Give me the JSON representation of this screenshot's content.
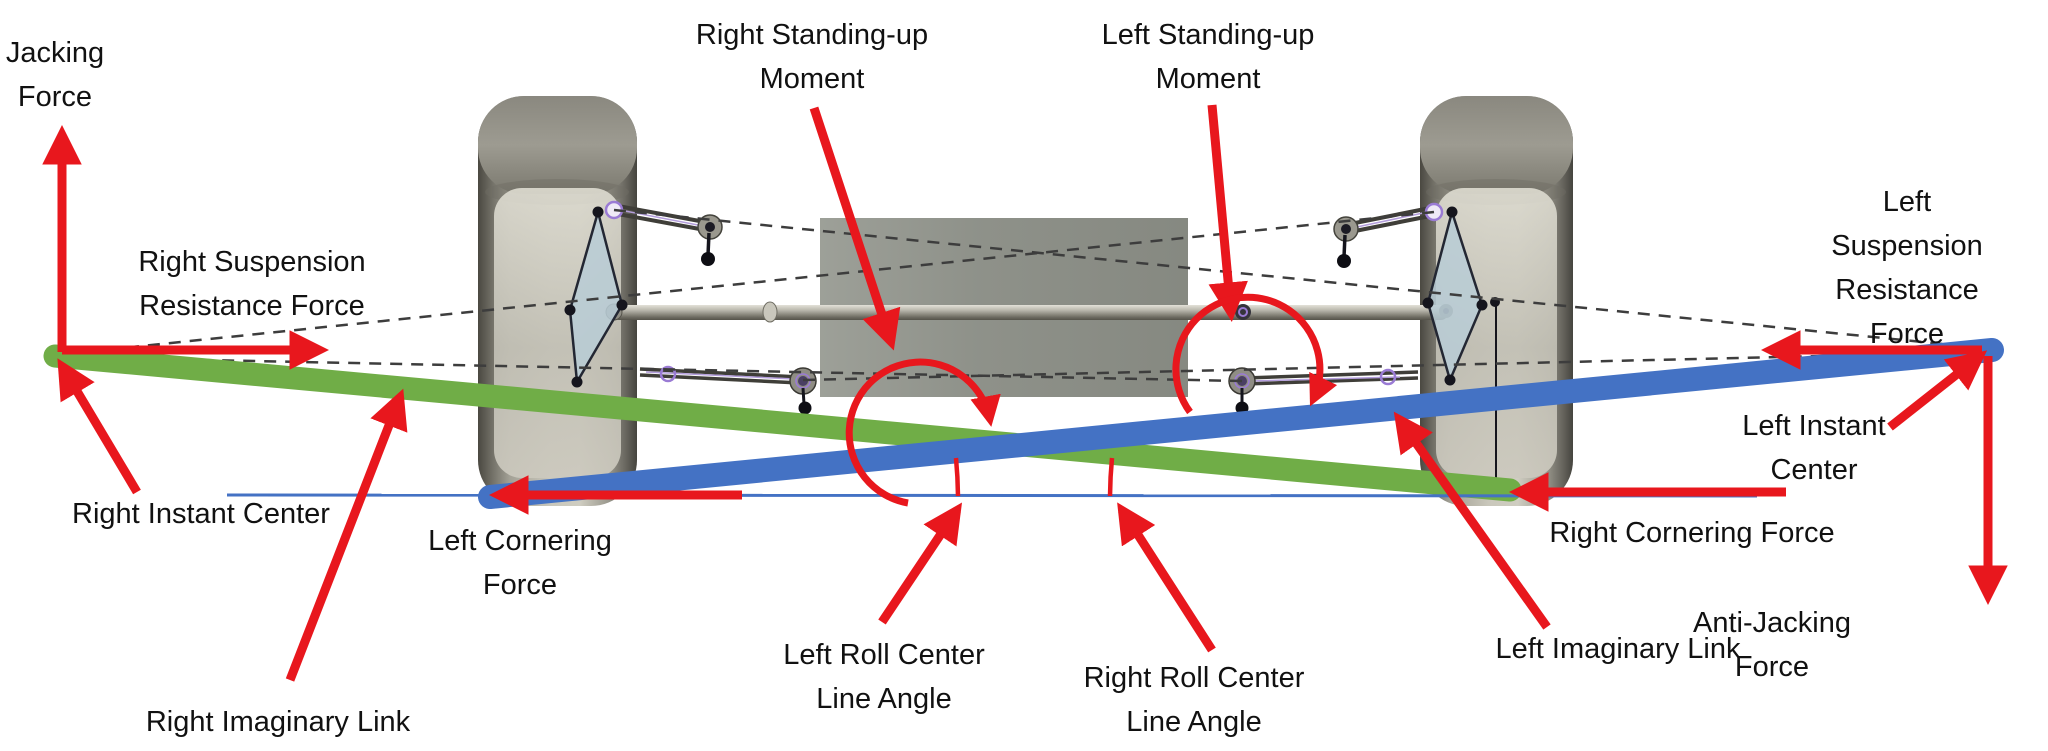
{
  "figure_type": "vehicle suspension cornering-force diagram (rear view)",
  "colors": {
    "background": "#ffffff",
    "arrow_red": "#e8171d",
    "right_imaginary_link_green": "#70ad47",
    "left_imaginary_link_blue": "#4472c4",
    "ground_line_blue": "#4472c4",
    "dashed_construction": "#3d3d3d",
    "label_text": "#111111",
    "chassis_gray": "#8b8e86",
    "joint_purple": "#9a7bd4"
  },
  "labels": {
    "jacking_force": "Jacking\nForce",
    "right_suspension_resistance_force": "Right Suspension\nResistance Force",
    "right_instant_center": "Right Instant Center",
    "right_imaginary_link": "Right Imaginary Link",
    "left_cornering_force": "Left Cornering\nForce",
    "right_standing_up_moment": "Right Standing-up\nMoment",
    "left_standing_up_moment": "Left Standing-up\nMoment",
    "left_roll_center_line_angle": "Left Roll Center\nLine Angle",
    "right_roll_center_line_angle": "Right Roll Center\nLine Angle",
    "left_imaginary_link": "Left Imaginary Link",
    "left_instant_center": "Left Instant Center",
    "right_cornering_force": "Right Cornering Force",
    "left_suspension_resistance_force": "Left Suspension\nResistance Force",
    "anti_jacking_force": "Anti-Jacking\nForce"
  }
}
